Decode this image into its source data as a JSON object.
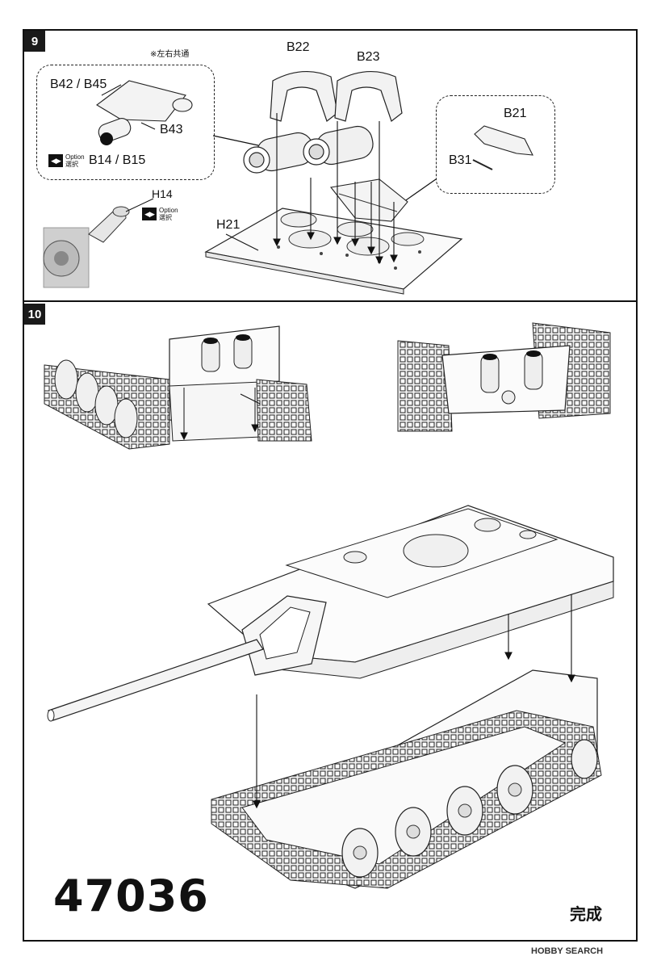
{
  "step9": {
    "number": "9",
    "note": "※左右共通",
    "labels": {
      "b22": "B22",
      "b23": "B23",
      "b42_b45": "B42 / B45",
      "b43": "B43",
      "b14_b15": "B14 / B15",
      "b21": "B21",
      "b31": "B31",
      "h14": "H14",
      "h21": "H21"
    },
    "option": {
      "icon": "◀▶",
      "line1": "Option",
      "line2": "選択"
    }
  },
  "step10": {
    "number": "10"
  },
  "kit_number": "47036",
  "complete_label": "完成",
  "watermark": "HOBBY SEARCH"
}
